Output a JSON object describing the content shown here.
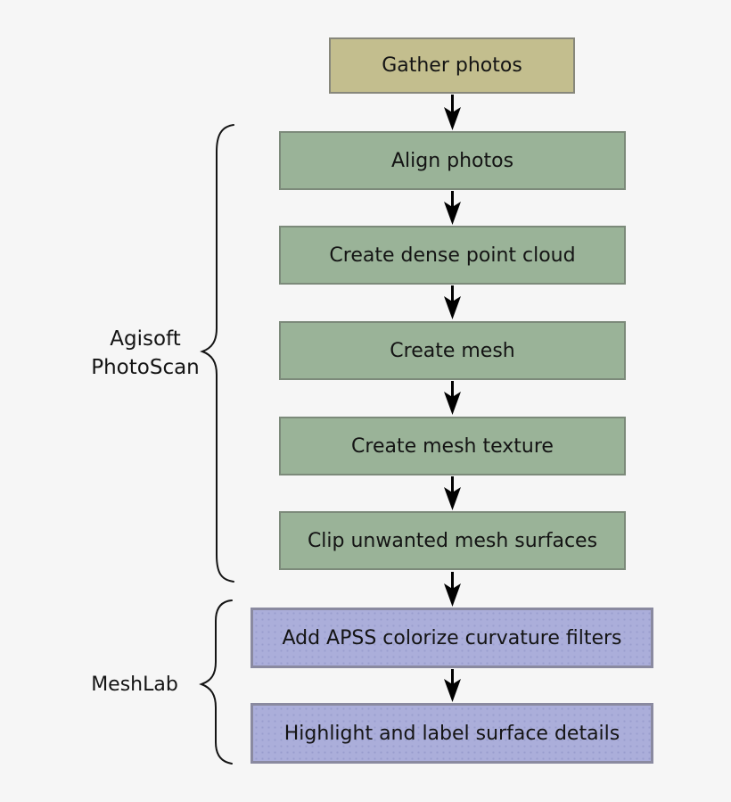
{
  "flow": {
    "start": {
      "label": "Gather photos"
    },
    "agisoft": {
      "label_line1": "Agisoft",
      "label_line2": "PhotoScan",
      "steps": [
        {
          "label": "Align photos"
        },
        {
          "label": "Create dense point cloud"
        },
        {
          "label": "Create mesh"
        },
        {
          "label": "Create mesh texture"
        },
        {
          "label": "Clip unwanted mesh surfaces"
        }
      ]
    },
    "meshlab": {
      "label": "MeshLab",
      "steps": [
        {
          "label": "Add APSS colorize curvature filters"
        },
        {
          "label": "Highlight and label surface details"
        }
      ]
    }
  },
  "colors": {
    "background": "#f6f6f6",
    "start_fill": "#c3be8e",
    "start_border": "#87877b",
    "photoscan_fill": "#9ab398",
    "photoscan_border": "#7c8a7a",
    "meshlab_fill": "#abaeda",
    "meshlab_dot": "#9a9dce",
    "meshlab_border": "#8a8aa0",
    "arrow": "#000000",
    "text": "#141414"
  }
}
